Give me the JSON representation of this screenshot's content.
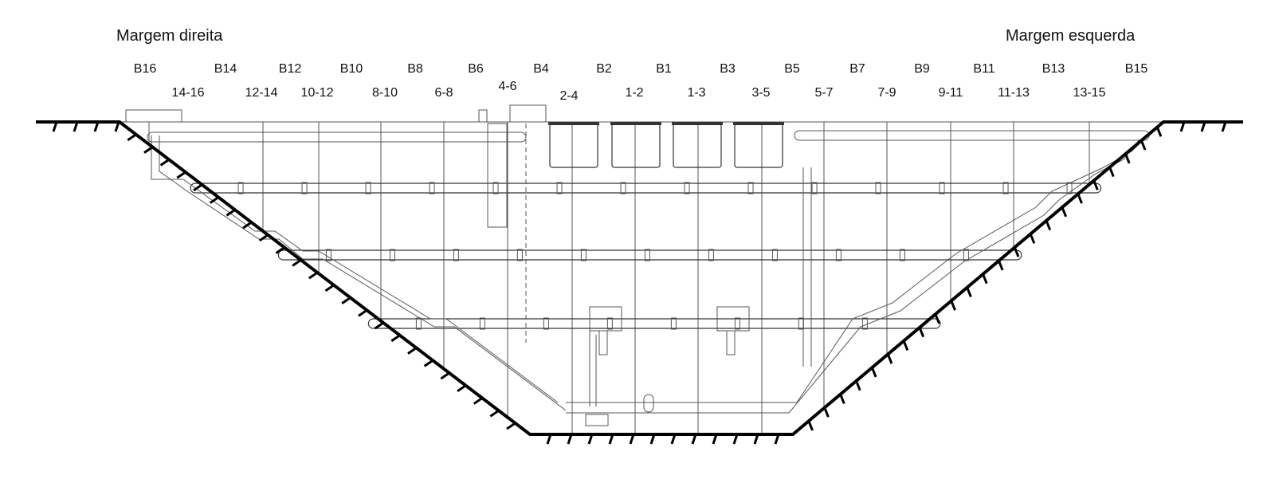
{
  "sides": {
    "left": "Margem direita",
    "right": "Margem esquerda"
  },
  "blocks": [
    "B16",
    "B14",
    "B12",
    "B10",
    "B8",
    "B6",
    "B4",
    "B2",
    "B1",
    "B3",
    "B5",
    "B7",
    "B9",
    "B11",
    "B13",
    "B15"
  ],
  "joints": [
    "14-16",
    "12-14",
    "10-12",
    "8-10",
    "6-8",
    "4-6",
    "2-4",
    "1-2",
    "1-3",
    "3-5",
    "5-7",
    "7-9",
    "9-11",
    "11-13",
    "13-15"
  ]
}
